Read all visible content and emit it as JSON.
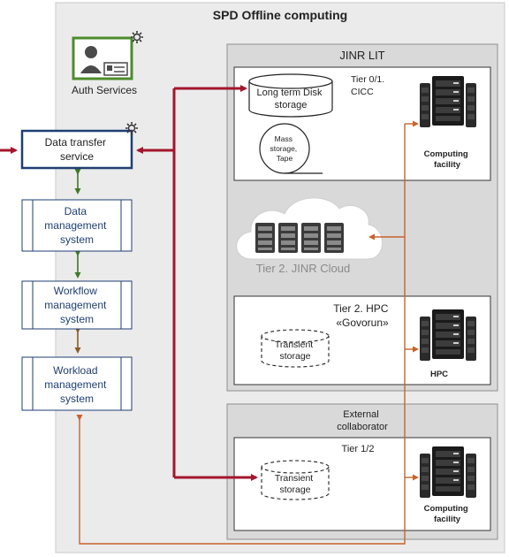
{
  "title": "SPD Offline computing",
  "colors": {
    "link_red": "#a3162d",
    "link_green": "#3d7a26",
    "link_brown": "#8b5a2b",
    "link_orange": "#c8632a",
    "box_blue": "#1f3f73",
    "auth_green": "#4c8c2c"
  },
  "auth": {
    "label": "Auth Services",
    "icon": "id-card-icon"
  },
  "left_boxes": {
    "data_transfer": [
      "Data transfer",
      "service"
    ],
    "data_management": [
      "Data",
      "management",
      "system"
    ],
    "workflow_management": [
      "Workflow",
      "management",
      "system"
    ],
    "workload_management": [
      "Workload",
      "management",
      "system"
    ]
  },
  "jinr": {
    "title": "JINR LIT",
    "tier0": {
      "label": [
        "Tier 0/1.",
        "CICC"
      ],
      "disk": [
        "Long term Disk",
        "storage"
      ],
      "tape": [
        "Mass",
        "storage,",
        "Tape"
      ],
      "computing": [
        "Computing",
        "facility"
      ]
    },
    "cloud": {
      "label": "Tier 2. JINR Cloud"
    },
    "hpc": {
      "label": [
        "Tier 2. HPC",
        "«Govorun»"
      ],
      "storage": [
        "Transient",
        "storage"
      ],
      "server": "HPC"
    }
  },
  "external": {
    "title": [
      "External",
      "collaborator"
    ],
    "tier": "Tier 1/2",
    "storage": [
      "Transient",
      "storage"
    ],
    "computing": [
      "Computing",
      "facility"
    ]
  }
}
